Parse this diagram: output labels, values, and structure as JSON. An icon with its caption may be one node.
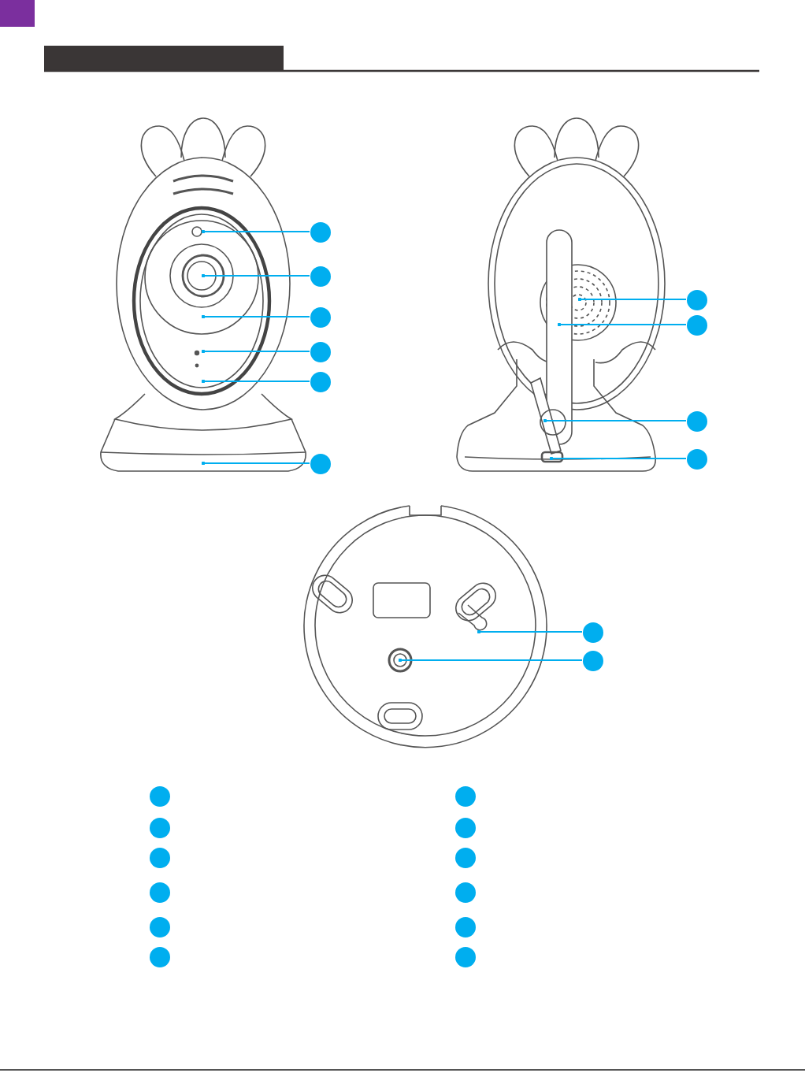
{
  "diagram": {
    "nodes": [
      {
        "text": [],
        "shape": "circle"
      },
      {
        "text": [],
        "shape": "circle"
      },
      {
        "text": [],
        "shape": "circle"
      },
      {
        "text": [],
        "shape": "circle"
      },
      {
        "text": [],
        "shape": "circle"
      },
      {
        "text": [],
        "shape": "circle"
      },
      {
        "text": [],
        "shape": "circle"
      },
      {
        "text": [],
        "shape": "circle"
      },
      {
        "text": [],
        "shape": "circle"
      },
      {
        "text": [],
        "shape": "circle"
      },
      {
        "text": [],
        "shape": "circle"
      },
      {
        "text": [],
        "shape": "circle"
      },
      {
        "text": [],
        "shape": "circle"
      },
      {
        "text": [],
        "shape": "circle"
      },
      {
        "text": [],
        "shape": "circle"
      },
      {
        "text": [],
        "shape": "circle"
      },
      {
        "text": [],
        "shape": "circle"
      },
      {
        "text": [],
        "shape": "circle"
      },
      {
        "text": [],
        "shape": "circle"
      },
      {
        "text": [],
        "shape": "circle"
      },
      {
        "text": [],
        "shape": "circle"
      },
      {
        "text": [],
        "shape": "circle"
      },
      {
        "text": [],
        "shape": "circle"
      },
      {
        "text": [],
        "shape": "circle"
      }
    ],
    "edges": [
      {
        "from": 0,
        "to": null,
        "arrow": "other"
      },
      {
        "from": 1,
        "to": null,
        "arrow": "other"
      },
      {
        "from": 2,
        "to": null,
        "arrow": "other"
      },
      {
        "from": 3,
        "to": null,
        "arrow": "other"
      },
      {
        "from": 4,
        "to": null,
        "arrow": "other"
      },
      {
        "from": 5,
        "to": null,
        "arrow": "other"
      },
      {
        "from": 6,
        "to": null,
        "arrow": "other"
      },
      {
        "from": 7,
        "to": null,
        "arrow": "other"
      },
      {
        "from": 8,
        "to": null,
        "arrow": "other"
      },
      {
        "from": 9,
        "to": null,
        "arrow": "other"
      },
      {
        "from": 10,
        "to": null,
        "arrow": "other"
      },
      {
        "from": 11,
        "to": null,
        "arrow": "other"
      }
    ]
  }
}
